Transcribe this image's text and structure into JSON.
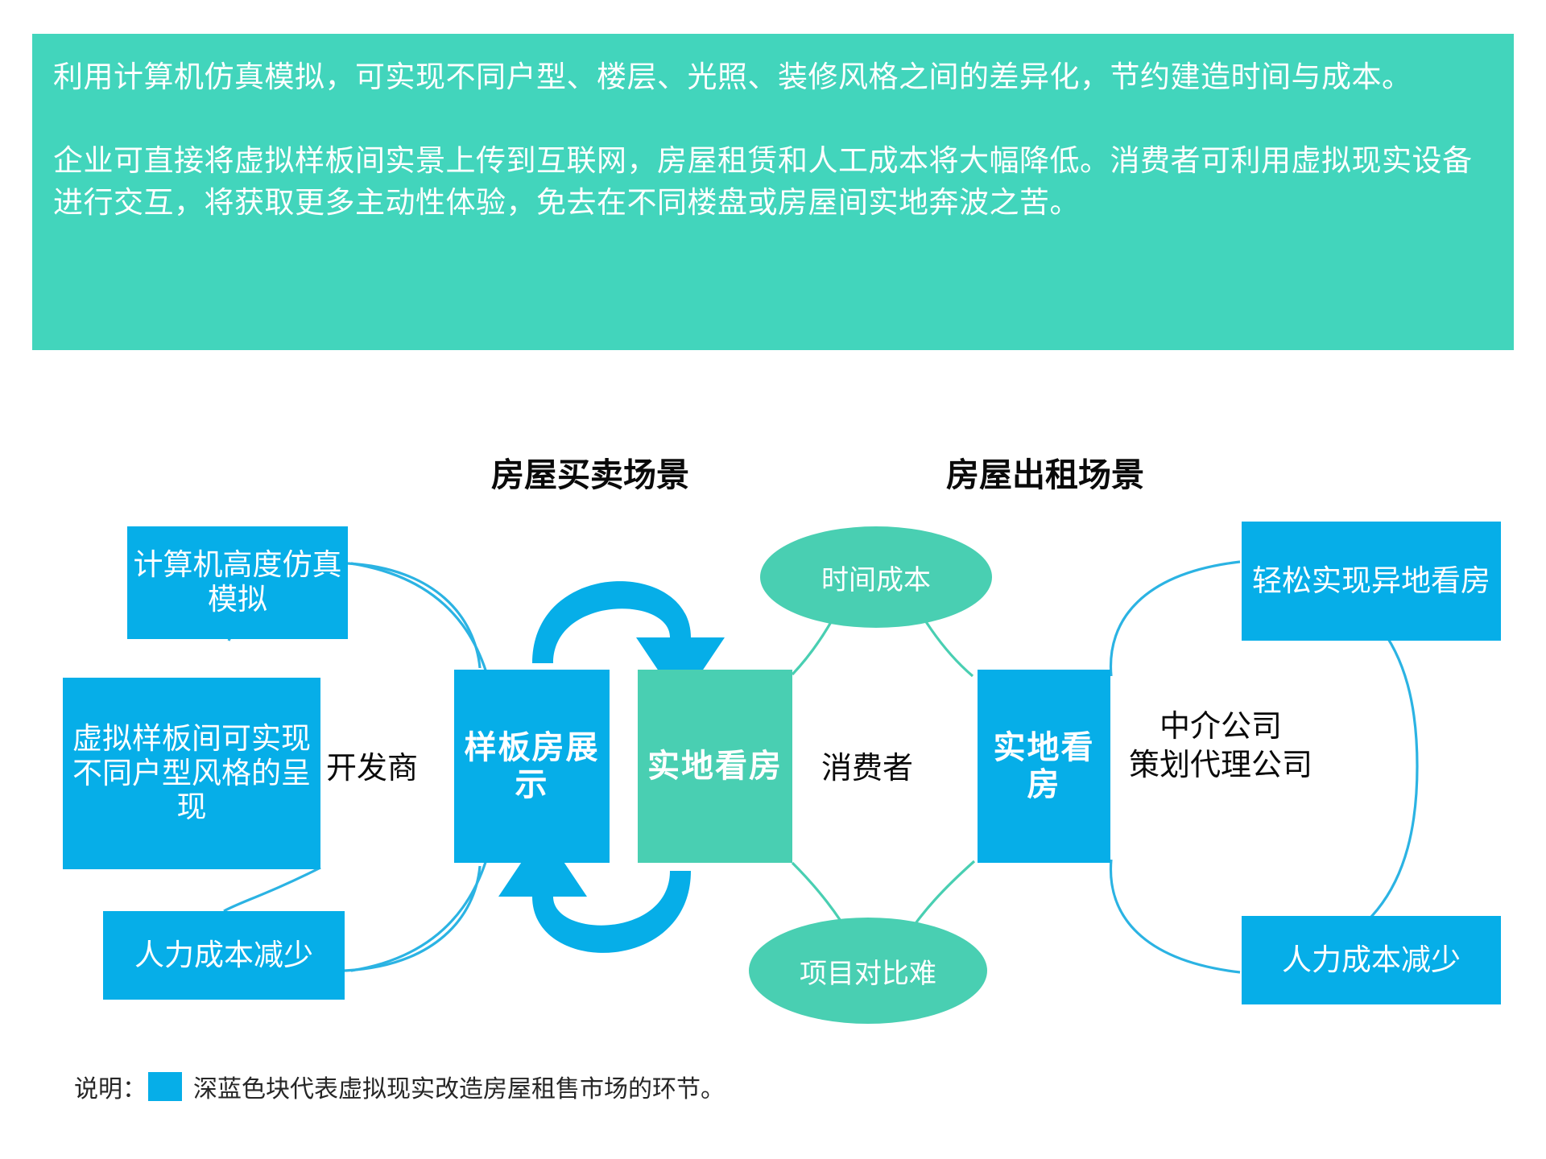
{
  "banner": {
    "background_color": "#42D5BC",
    "paragraph_1": "利用计算机仿真模拟，可实现不同户型、楼层、光照、装修风格之间的差异化，节约建造时间与成本。",
    "paragraph_2": "企业可直接将虚拟样板间实景上传到互联网，房屋租赁和人工成本将大幅降低。消费者可利用虚拟现实设备进行交互，将获取更多主动性体验，免去在不同楼盘或房屋间实地奔波之苦。"
  },
  "scenes": {
    "sale_title": "房屋买卖场景",
    "rent_title": "房屋出租场景"
  },
  "colors": {
    "blue": "#06AEE8",
    "teal": "#49CFB2",
    "banner_teal": "#42D5BC",
    "connector": "#2BB3E3",
    "connector_teal": "#49CFB2"
  },
  "nodes": {
    "sim": "计算机高度仿真模拟",
    "styles": "虚拟样板间可实现不同户型风格的呈现",
    "labor_left": "人力成本减少",
    "showroom": "样板房展示",
    "visit_a": "实地看房",
    "visit_b": "实地看房",
    "remote": "轻松实现异地看房",
    "labor_right": "人力成本减少"
  },
  "ellipses": {
    "time_cost": "时间成本",
    "compare_hard": "项目对比难"
  },
  "labels": {
    "developer": "开发商",
    "consumer": "消费者",
    "agency_line1": "中介公司",
    "agency_line2": "策划代理公司"
  },
  "legend": {
    "prefix": "说明：",
    "text": "深蓝色块代表虚拟现实改造房屋租售市场的环节。",
    "swatch_color": "#06AEE8"
  }
}
